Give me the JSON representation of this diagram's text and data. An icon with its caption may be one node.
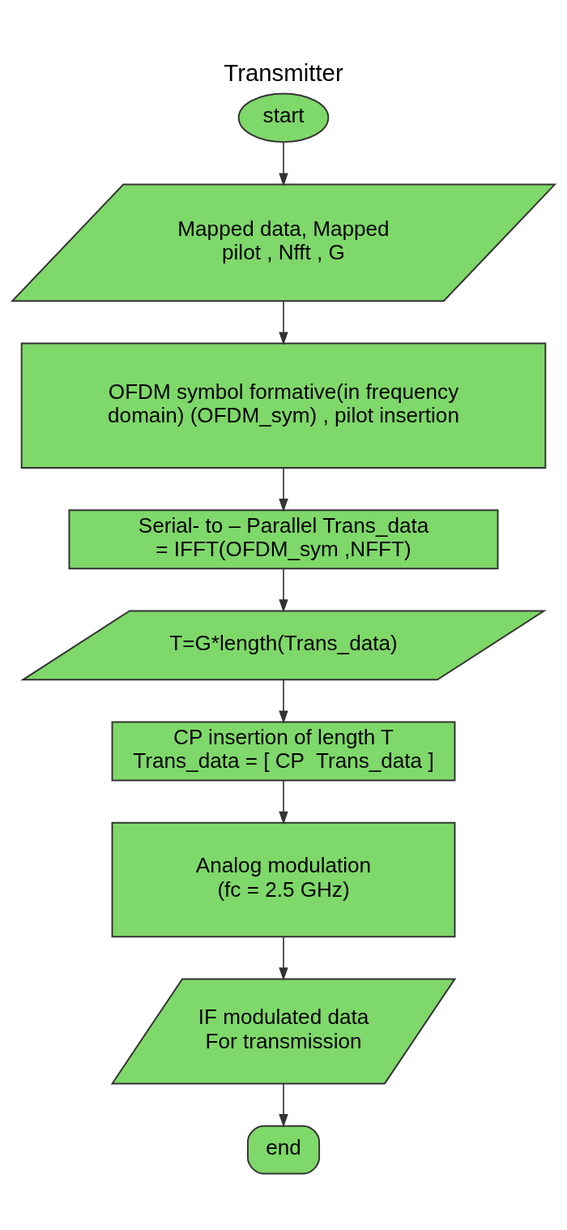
{
  "diagram": {
    "title": "Transmitter",
    "nodes": [
      {
        "text": [
          "start"
        ]
      },
      {
        "text": [
          "Mapped data, Mapped pilot , Nfft , G"
        ]
      },
      {
        "text": [
          "OFDM symbol formative(in frequency domain) (OFDM_sym) , pilot insertion"
        ]
      },
      {
        "text": [
          "Serial- to – Parallel Trans_data = IFFT(OFDM_sym ,NFFT)"
        ]
      },
      {
        "text": [
          "T=G*length(Trans_data)"
        ]
      },
      {
        "text": [
          "CP insertion of length T Trans_data = [ CP  Trans_data ]"
        ]
      },
      {
        "text": [
          "Analog modulation (fc = 2.5 GHz)"
        ]
      },
      {
        "text": [
          "IF modulated data For transmission"
        ]
      },
      {
        "text": [
          "end"
        ]
      }
    ],
    "edges": [
      {
        "from": 0,
        "to": 1,
        "arrow": "to"
      },
      {
        "from": 1,
        "to": 2,
        "arrow": "to"
      },
      {
        "from": 2,
        "to": 3,
        "arrow": "to"
      },
      {
        "from": 3,
        "to": 4,
        "arrow": "to"
      },
      {
        "from": 4,
        "to": 5,
        "arrow": "to"
      },
      {
        "from": 5,
        "to": 6,
        "arrow": "to"
      },
      {
        "from": 6,
        "to": 7,
        "arrow": "to"
      },
      {
        "from": 7,
        "to": 8,
        "arrow": "to"
      }
    ]
  }
}
